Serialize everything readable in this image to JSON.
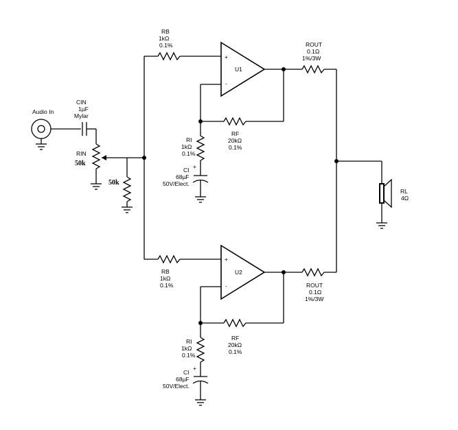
{
  "audio_in": "Audio In",
  "cin": {
    "name": "CIN",
    "value": "1µF",
    "type": "Mylar"
  },
  "rin": {
    "name": "RIN",
    "value": "50k"
  },
  "shunt": {
    "value": "50k"
  },
  "u1": {
    "name": "U1",
    "plus": "+",
    "minus": "-",
    "rb": {
      "name": "RB",
      "value": "1kΩ",
      "tol": "0.1%"
    },
    "ri": {
      "name": "RI",
      "value": "1kΩ",
      "tol": "0.1%"
    },
    "rf": {
      "name": "RF",
      "value": "20kΩ",
      "tol": "0.1%"
    },
    "ci": {
      "name": "CI",
      "value": "68µF",
      "rating": "50V/Elect.",
      "plus": "+"
    },
    "rout": {
      "name": "ROUT",
      "value": "0.1Ω",
      "rating": "1%/3W"
    }
  },
  "u2": {
    "name": "U2",
    "plus": "+",
    "minus": "-",
    "rb": {
      "name": "RB",
      "value": "1kΩ",
      "tol": "0.1%"
    },
    "ri": {
      "name": "RI",
      "value": "1kΩ",
      "tol": "0.1%"
    },
    "rf": {
      "name": "RF",
      "value": "20kΩ",
      "tol": "0.1%"
    },
    "ci": {
      "name": "CI",
      "value": "68µF",
      "rating": "50V/Elect.",
      "plus": "+"
    },
    "rout": {
      "name": "ROUT",
      "value": "0.1Ω",
      "rating": "1%/3W"
    }
  },
  "rl": {
    "name": "RL",
    "value": "4Ω"
  }
}
